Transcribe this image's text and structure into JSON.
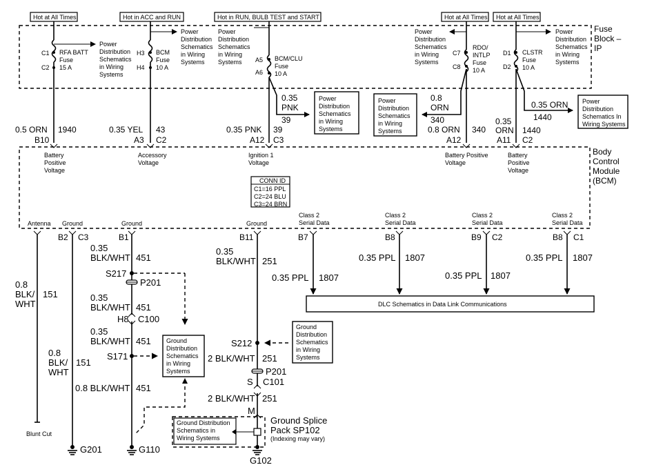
{
  "hot_labels": {
    "rfa": "Hot at All Times",
    "acc_run": "Hot in ACC and RUN",
    "run_bulb": "Hot in RUN, BULB TEST and START",
    "rdo": "Hot at All Times",
    "clstr": "Hot at All Times"
  },
  "fuse_block": {
    "title_line1": "Fuse",
    "title_line2": "Block –",
    "title_line3": "IP"
  },
  "power_dist_text": [
    "Power",
    "Distribution",
    "Schematics",
    "in Wiring",
    "Systems"
  ],
  "power_dist_box_text": [
    "Power",
    "Distribution",
    "Schematics",
    "in Wiring",
    "Systems"
  ],
  "power_dist_box_text_clstr": [
    "Power",
    "Distribution",
    "Schematics In",
    "Wiring Systems"
  ],
  "fuses": {
    "rfa": {
      "top_pin": "C1",
      "bottom_pin": "C2",
      "name": "RFA BATT",
      "word": "Fuse",
      "amps": "15 A"
    },
    "bcm": {
      "top_pin": "H3",
      "bottom_pin": "H4",
      "name": "BCM",
      "word": "Fuse",
      "amps": "10 A"
    },
    "clu": {
      "top_pin": "A5",
      "bottom_pin": "A6",
      "name": "BCM/CLU",
      "word": "Fuse",
      "amps": "10 A"
    },
    "rdo": {
      "top_pin": "C7",
      "bottom_pin": "C8",
      "name": "RDO/",
      "name2": "INTLP",
      "word": "Fuse",
      "amps": "10 A"
    },
    "clstr": {
      "top_pin": "D1",
      "bottom_pin": "D2",
      "name": "CLSTR",
      "word": "Fuse",
      "amps": "10 A"
    }
  },
  "upper_wires": {
    "w1940": {
      "size_color": "0.5 ORN",
      "circuit": "1940",
      "pin": "B10",
      "conn": ""
    },
    "w43": {
      "size_color": "0.35 YEL",
      "circuit": "43",
      "pin": "A3",
      "conn": "C2"
    },
    "w39": {
      "size_color": "0.35 PNK",
      "circuit": "39",
      "pin": "A12",
      "conn": "C3"
    },
    "w39_branch": {
      "size": "0.35",
      "color": "PNK",
      "circuit": "39"
    },
    "w340": {
      "size_color": "0.8 ORN",
      "circuit": "340",
      "pin": "A12",
      "conn": ""
    },
    "w340_branch": {
      "size": "0.8",
      "color": "ORN",
      "circuit": "340"
    },
    "w1440": {
      "size": "0.35",
      "color": "ORN",
      "circuit": "1440",
      "pin": "A11",
      "conn": "C2"
    },
    "w1440_branch": {
      "size_color": "0.35 ORN",
      "circuit": "1440"
    }
  },
  "bcm": {
    "title_line1": "Body",
    "title_line2": "Control",
    "title_line3": "Module",
    "title_line4": "(BCM)",
    "inputs": {
      "battery1": [
        "Battery",
        "Positive",
        "Voltage"
      ],
      "accessory": [
        "Accessory",
        "Voltage"
      ],
      "ignition": [
        "Ignition 1",
        "Voltage"
      ],
      "battery2": [
        "Battery Positive",
        "Voltage"
      ],
      "battery3": [
        "Battery",
        "Positive",
        "Voltage"
      ]
    },
    "conn_id": {
      "title": "CONN ID",
      "c1": "C1=16 PPL",
      "c2": "C2=24 BLU",
      "c3": "C3=24 BRN"
    },
    "bottom_labels": {
      "antenna": "Antenna",
      "ground1": "Ground",
      "ground2": "Ground",
      "ground3": "Ground",
      "class2_line1": "Class 2",
      "class2_line2": "Serial Data"
    }
  },
  "lower_pins": {
    "antenna": {
      "pin": "B2",
      "conn": "C3"
    },
    "ground_b1": {
      "pin": "B1",
      "conn": ""
    },
    "ground_b11": {
      "pin": "B11",
      "conn": ""
    },
    "data_b7": {
      "pin": "B7",
      "conn": ""
    },
    "data_b8a": {
      "pin": "B8",
      "conn": ""
    },
    "data_b9": {
      "pin": "B9",
      "conn": "C2"
    },
    "data_b8b": {
      "pin": "B8",
      "conn": "C1"
    }
  },
  "lower_wires": {
    "w151_top": {
      "size": "0.8",
      "color1": "BLK/",
      "color2": "WHT",
      "circuit": "151"
    },
    "w151_bot": {
      "size": "0.8",
      "color1": "BLK/",
      "color2": "WHT",
      "circuit": "151"
    },
    "w451_a": {
      "size": "0.35",
      "color": "BLK/WHT",
      "circuit": "451"
    },
    "w451_b": {
      "size": "0.35",
      "color": "BLK/WHT",
      "circuit": "451"
    },
    "w451_c": {
      "size": "0.35",
      "color": "BLK/WHT",
      "circuit": "451"
    },
    "w451_d": {
      "size_color": "0.8 BLK/WHT",
      "circuit": "451"
    },
    "w251_a": {
      "size": "0.35",
      "color": "BLK/WHT",
      "circuit": "251"
    },
    "w251_b": {
      "size_color": "2 BLK/WHT",
      "circuit": "251"
    },
    "w251_c": {
      "size_color": "2 BLK/WHT",
      "circuit": "251"
    },
    "w1807_a": {
      "size_color": "0.35 PPL",
      "circuit": "1807"
    },
    "w1807_b": {
      "size_color": "0.35 PPL",
      "circuit": "1807"
    },
    "w1807_c": {
      "size_color": "0.35 PPL",
      "circuit": "1807"
    },
    "w1807_d": {
      "size_color": "0.35 PPL",
      "circuit": "1807"
    }
  },
  "splices": {
    "s217": "S217",
    "p201_a": "P201",
    "s171": "S171",
    "s212": "S212",
    "p201_b": "P201"
  },
  "connectors": {
    "h8": "H8",
    "c100": "C100",
    "s_c101": "S",
    "c101": "C101",
    "m": "M"
  },
  "dlc_box": "DLC Schematics in Data Link Communications",
  "ground_dist_box": [
    "Ground",
    "Distribution",
    "Schematics",
    "in Wiring",
    "Systems"
  ],
  "ground_splice_box": [
    "Ground Distribution",
    "Schematics in",
    "Wiring Systems"
  ],
  "ground_splice_title": {
    "line1": "Ground Splice",
    "line2": "Pack SP102",
    "line3": "(Indexing may vary)"
  },
  "blunt_cut": "Blunt Cut",
  "grounds": {
    "g201": "G201",
    "g110": "G110",
    "g102": "G102"
  }
}
